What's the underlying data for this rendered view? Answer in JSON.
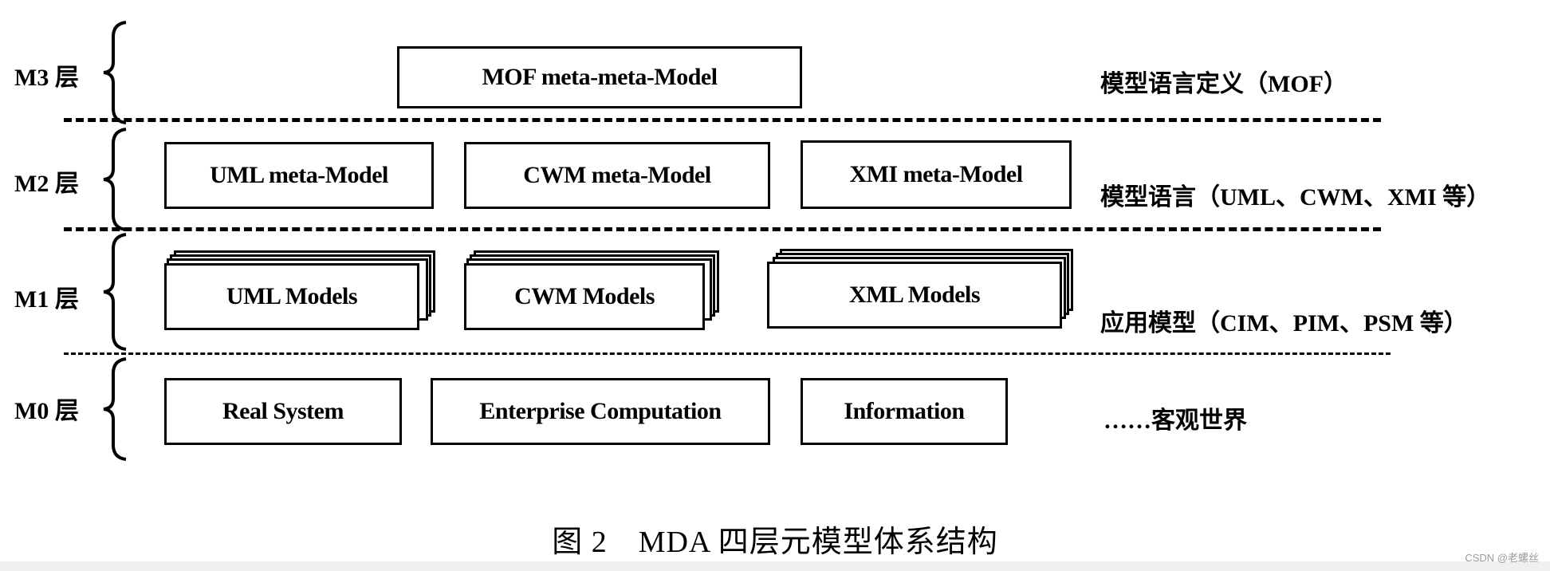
{
  "layers": {
    "m3": {
      "label": "M3 层",
      "boxes": [
        "MOF meta-meta-Model"
      ],
      "description": "模型语言定义（MOF）"
    },
    "m2": {
      "label": "M2 层",
      "boxes": [
        "UML meta-Model",
        "CWM meta-Model",
        "XMI meta-Model"
      ],
      "description": "模型语言（UML、CWM、XMI 等）"
    },
    "m1": {
      "label": "M1 层",
      "boxes": [
        "UML Models",
        "CWM Models",
        "XML Models"
      ],
      "description": "应用模型（CIM、PIM、PSM 等）"
    },
    "m0": {
      "label": "M0 层",
      "boxes": [
        "Real System",
        "Enterprise Computation",
        "Information"
      ],
      "description": "……客观世界"
    }
  },
  "caption": "图 2　MDA 四层元模型体系结构",
  "watermark": "CSDN @老螺丝"
}
